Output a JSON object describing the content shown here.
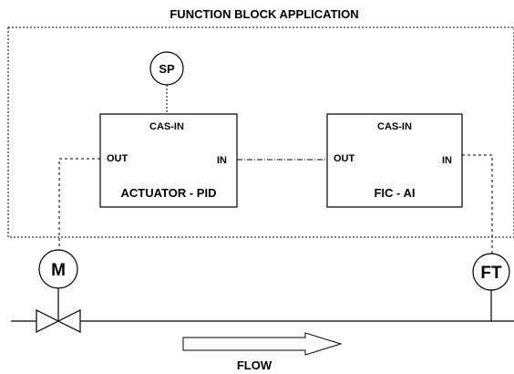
{
  "title": "FUNCTION BLOCK APPLICATION",
  "blocks": {
    "pid": {
      "input_top": "CAS-IN",
      "port_left": "OUT",
      "port_right": "IN",
      "name": "ACTUATOR - PID"
    },
    "ai": {
      "input_top": "CAS-IN",
      "port_left": "OUT",
      "port_right": "IN",
      "name": "FIC - AI"
    }
  },
  "instruments": {
    "setpoint": "SP",
    "motor": "M",
    "transmitter": "FT"
  },
  "flow_label": "FLOW",
  "colors": {
    "line": "#000000",
    "background": "#ffffff"
  }
}
